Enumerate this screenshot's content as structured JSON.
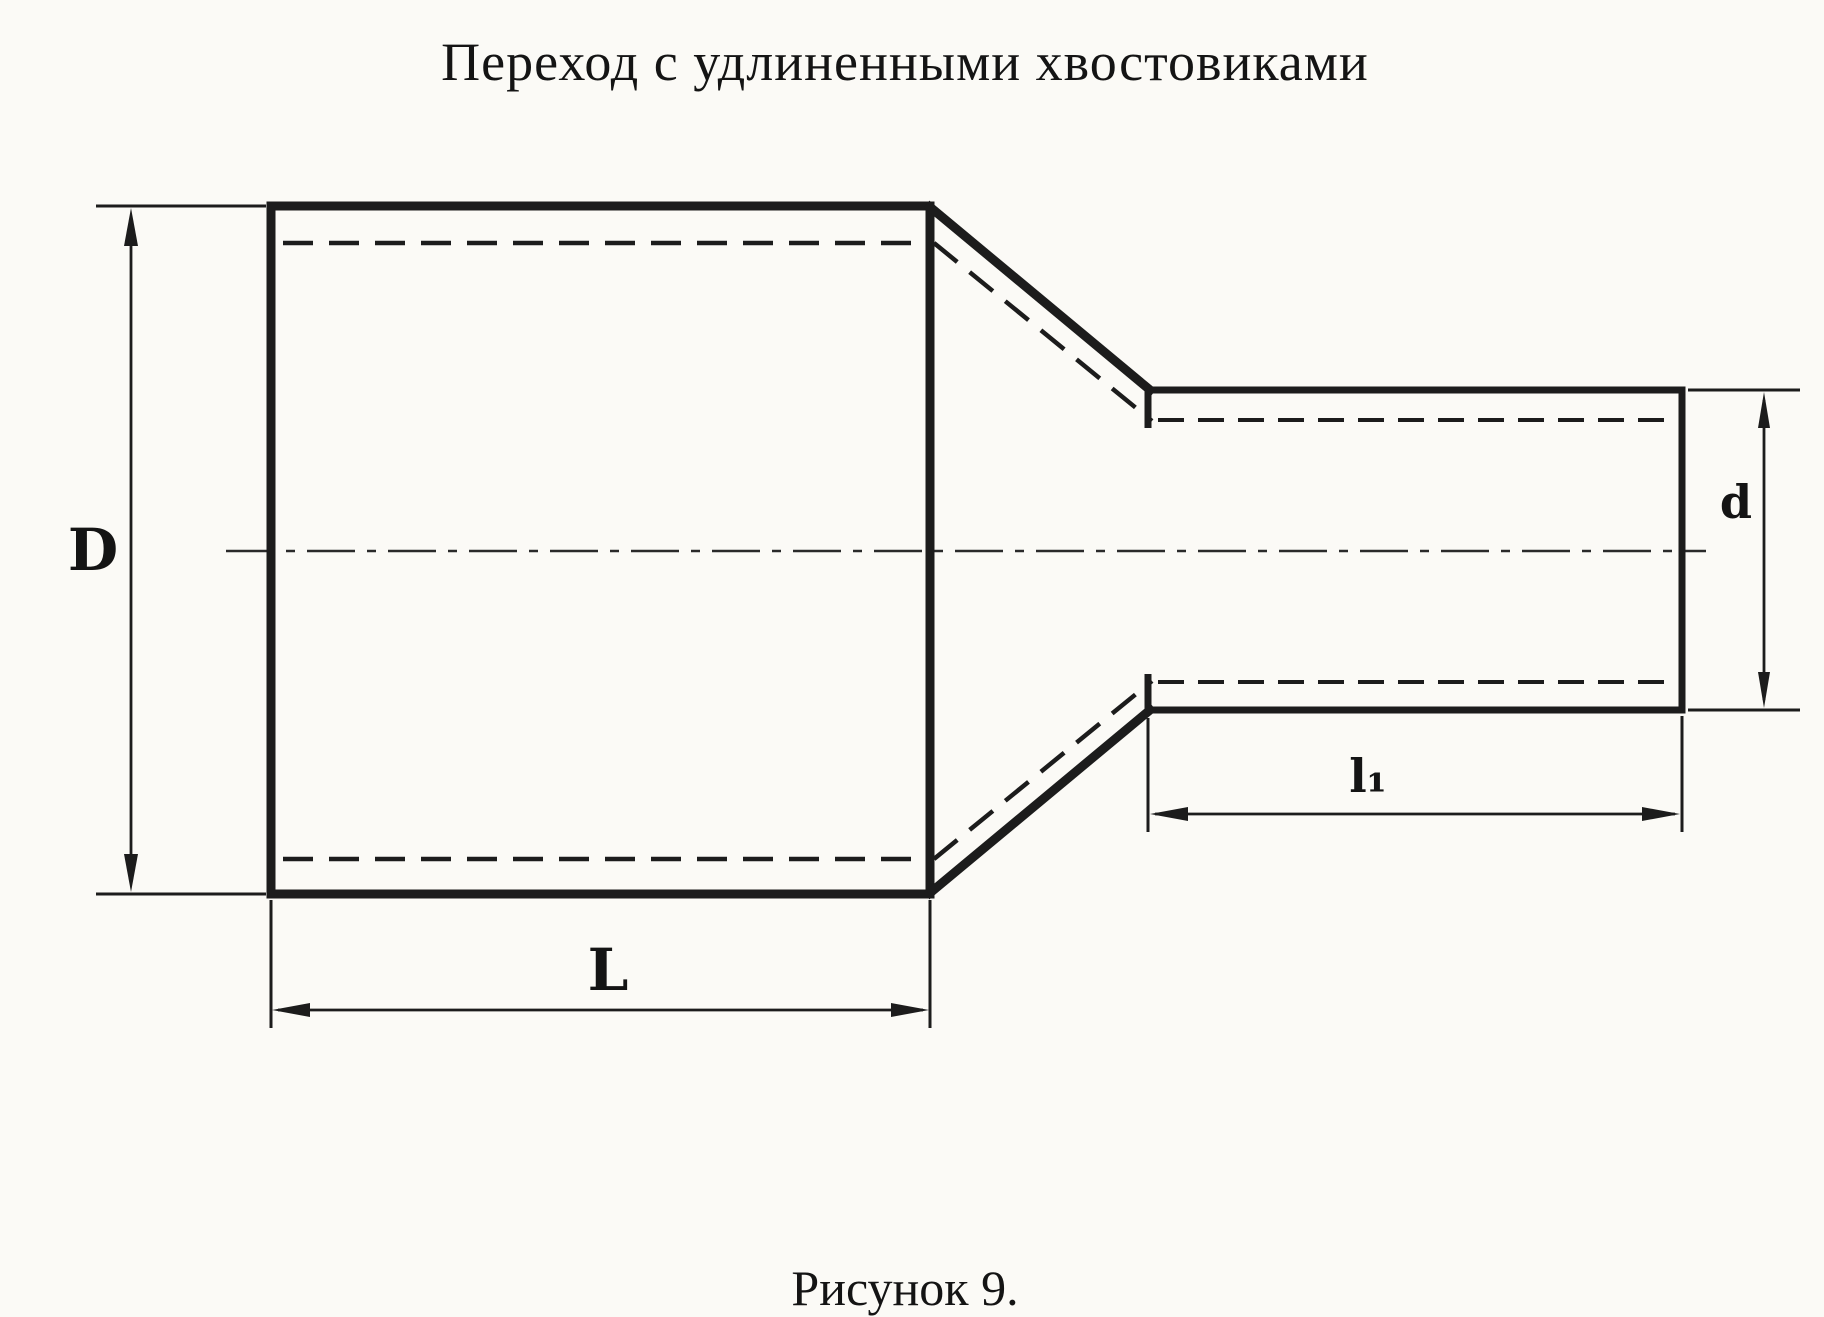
{
  "title": "Переход с удлиненными хвостовиками",
  "caption": "Рисунок 9.",
  "labels": {
    "outer_diameter": "D",
    "small_diameter": "d",
    "body_length": "L",
    "tail_length": "l₁"
  },
  "colors": {
    "ink": "#1c1c1c",
    "paper": "#fbfaf6"
  }
}
